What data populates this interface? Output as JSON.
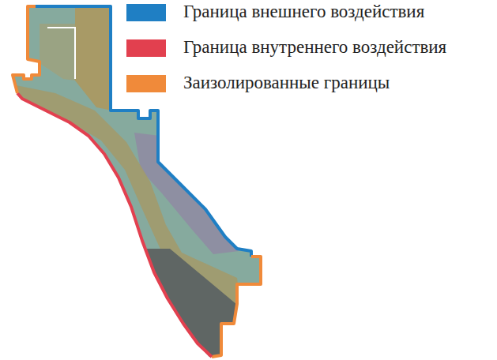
{
  "diagram": {
    "legend": [
      {
        "text": "Граница внешнего воздействия",
        "color": "#1f7fc4"
      },
      {
        "text": "Граница внутреннего воздействия",
        "color": "#e2404f"
      },
      {
        "text": "Заизолированные границы",
        "color": "#f08a3a"
      }
    ]
  }
}
